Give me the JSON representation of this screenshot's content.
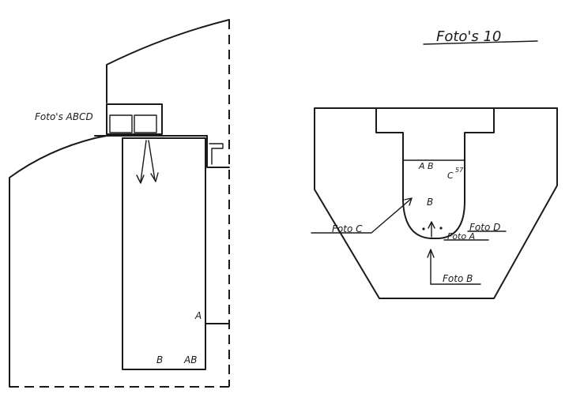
{
  "title": "Foto's 10",
  "left_view": {
    "camera_label": "Foto's ABCD",
    "mark_a": "A",
    "mark_b": "B",
    "mark_ab": "AB"
  },
  "right_view": {
    "mark_ab": "A B",
    "mark_c": "C",
    "mark_superscript": "57",
    "mark_b": "B",
    "foto_c": "Foto C",
    "foto_d": "Foto D",
    "foto_a": "Foto A",
    "foto_b": "Foto B"
  }
}
